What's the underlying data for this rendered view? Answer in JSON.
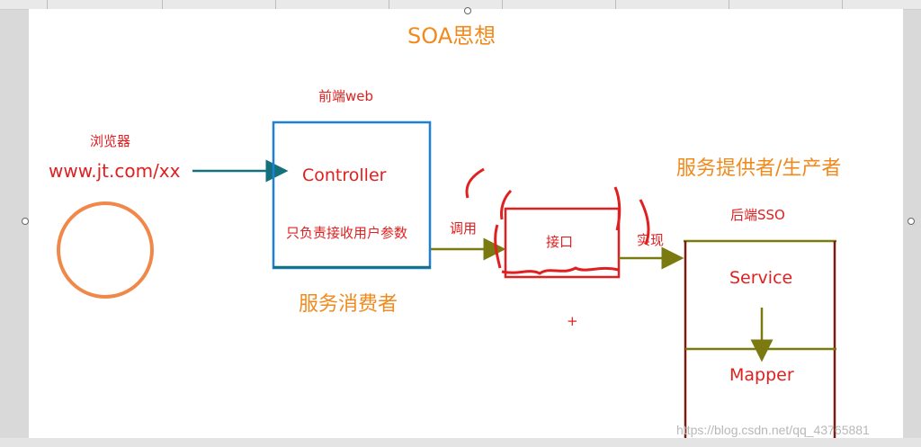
{
  "diagram": {
    "title": "SOA思想",
    "browser_label": "浏览器",
    "url": "www.jt.com/xx",
    "frontend_label": "前端web",
    "controller_label": "Controller",
    "controller_note": "只负责接收用户参数",
    "consumer_label": "服务消费者",
    "call_label": "调用",
    "interface_label": "接口",
    "implement_label": "实现",
    "provider_label": "服务提供者/生产者",
    "backend_label": "后端SSO",
    "service_label": "Service",
    "mapper_label": "Mapper",
    "plus_mark": "+",
    "watermark": "https://blog.csdn.net/qq_43765881"
  },
  "colors": {
    "title": "#f08a1c",
    "red_text": "#e02020",
    "blue_box": "#1f7fd4",
    "teal_arrow": "#14707a",
    "olive_arrow": "#7a7a10",
    "interface_box": "#e02020",
    "dark_red_box": "#7a1a10",
    "circle": "#f0884a"
  }
}
